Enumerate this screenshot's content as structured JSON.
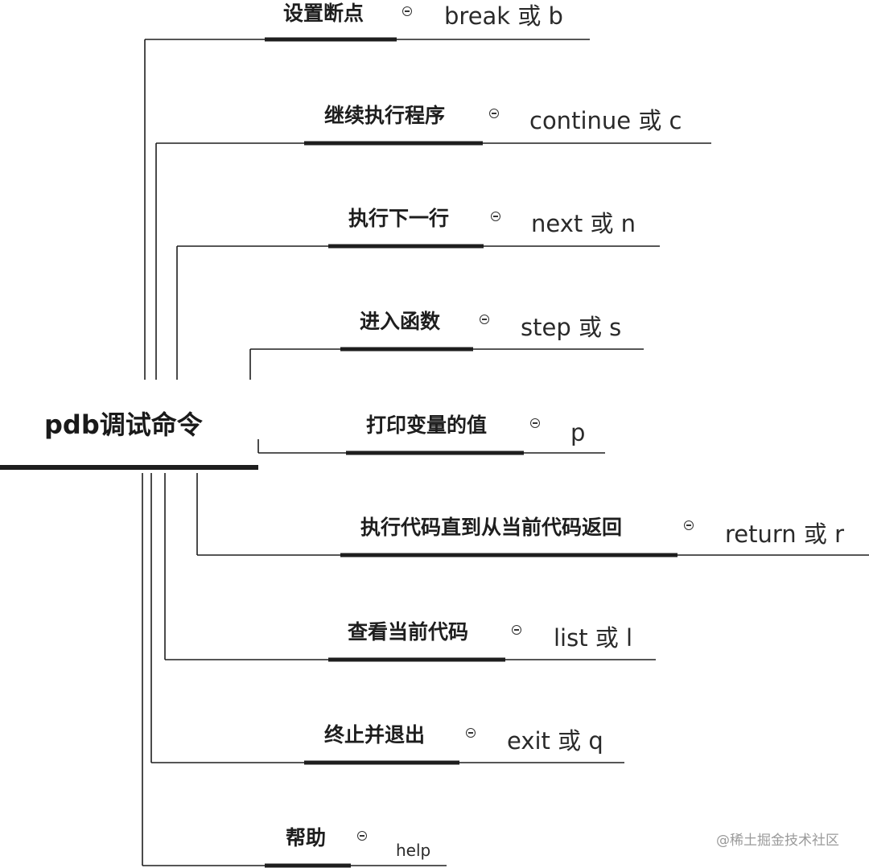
{
  "root": {
    "label": "pdb调试命令"
  },
  "branches": [
    {
      "label": "设置断点",
      "command": "break 或 b"
    },
    {
      "label": "继续执行程序",
      "command": "continue 或 c"
    },
    {
      "label": "执行下一行",
      "command": "next 或 n"
    },
    {
      "label": "进入函数",
      "command": "step 或 s"
    },
    {
      "label": "打印变量的值",
      "command": "p"
    },
    {
      "label": "执行代码直到从当前代码返回",
      "command": "return 或 r"
    },
    {
      "label": "查看当前代码",
      "command": "list 或 l"
    },
    {
      "label": "终止并退出",
      "command": "exit 或 q"
    },
    {
      "label": "帮助",
      "command": "help"
    }
  ],
  "toggle_icon": "collapse-minus-icon",
  "watermark": "@稀土掘金技术社区",
  "colors": {
    "line": "#1e1e1e",
    "text": "#1e1e1e",
    "command_text": "#2a2a2a",
    "watermark": "#9a9a9a",
    "background": "#ffffff"
  }
}
